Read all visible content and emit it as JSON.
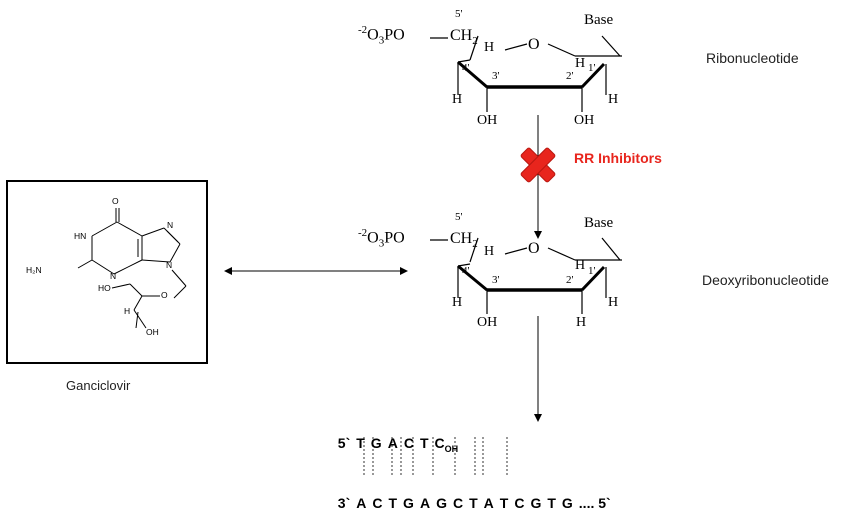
{
  "ribo": {
    "phosphate_prefix": "-2",
    "phosphate_o": "O",
    "phosphate_sub": "3",
    "phosphate_rest": "PO",
    "carbon_label": "CH",
    "carbon_sub": "2",
    "pos5": "5'",
    "base": "Base",
    "ring_o": "O",
    "pos4": "4'",
    "pos3": "3'",
    "pos2": "2'",
    "pos1": "1'",
    "h": "H",
    "oh": "OH",
    "name": "Ribonucleotide"
  },
  "inhibitor": {
    "label": "RR Inhibitors",
    "mark_color": "#e8251d",
    "mark_icon": "cross-icon"
  },
  "deoxy": {
    "phosphate_prefix": "-2",
    "phosphate_o": "O",
    "phosphate_sub": "3",
    "phosphate_rest": "PO",
    "carbon_label": "CH",
    "carbon_sub": "2",
    "pos5": "5'",
    "base": "Base",
    "ring_o": "O",
    "pos4": "4'",
    "pos3": "3'",
    "pos2": "2'",
    "pos1": "1'",
    "h": "H",
    "oh": "OH",
    "name": "Deoxyribonucleotide"
  },
  "ganciclovir": {
    "name": "Ganciclovir",
    "atoms": {
      "o_top": "O",
      "hn": "HN",
      "n_right": "N",
      "h2n": "H₂N",
      "n_bottom": "N",
      "n_imid": "N",
      "ho": "HO",
      "o_ether": "O",
      "h": "H",
      "oh": "OH"
    }
  },
  "dna": {
    "top_prefix": "5`",
    "top_bases": [
      "T",
      "G",
      "A",
      "C",
      "T",
      "C"
    ],
    "top_sub": "OH",
    "bottom_prefix": "3`",
    "bottom_bases": [
      "A",
      "C",
      "T",
      "G",
      "A",
      "G",
      "C",
      "T",
      "A",
      "T",
      "C",
      "G",
      "T",
      "G"
    ],
    "bottom_suffix": ".... 5`"
  }
}
